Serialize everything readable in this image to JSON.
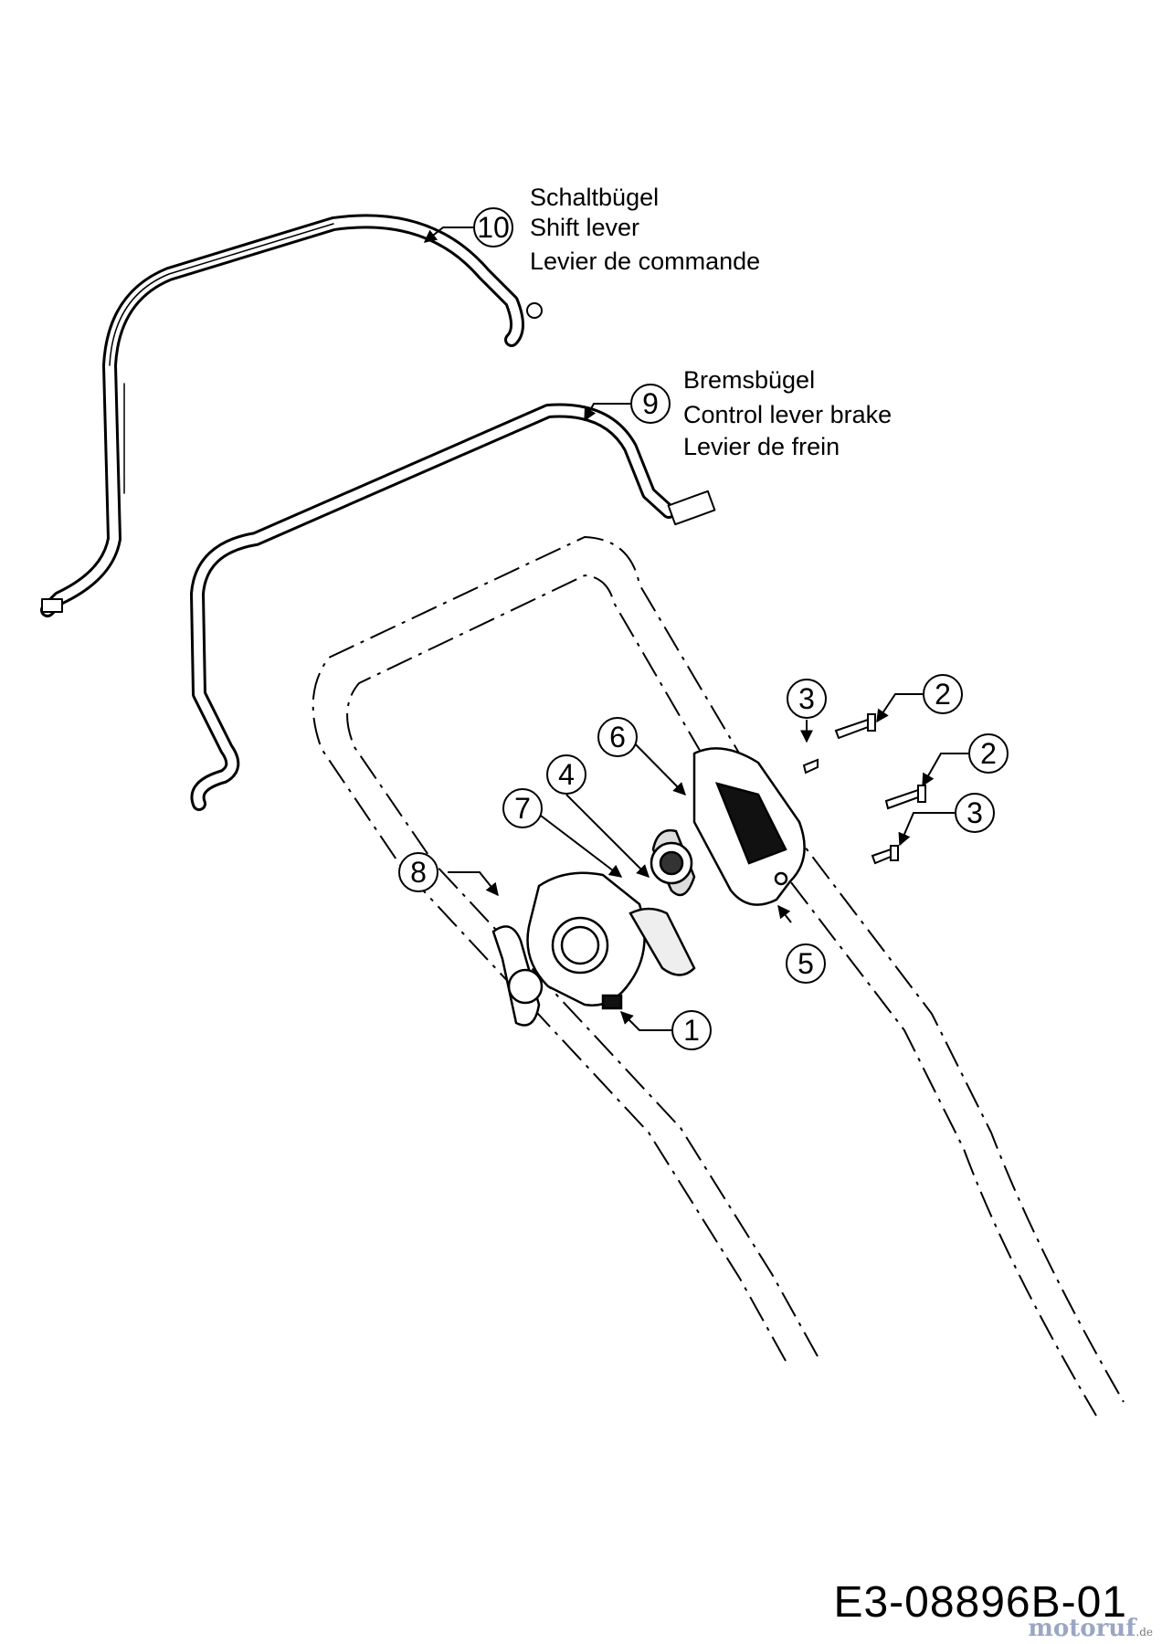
{
  "parts": {
    "p10": {
      "number": "10",
      "names": [
        "Schaltbügel",
        "Shift lever",
        "Levier de commande"
      ]
    },
    "p9": {
      "number": "9",
      "names": [
        "Bremsbügel",
        "Control lever brake",
        "Levier de frein"
      ]
    },
    "callouts": [
      "1",
      "2",
      "2",
      "3",
      "3",
      "4",
      "5",
      "6",
      "7",
      "8"
    ]
  },
  "drawing_code": "E3-08896B-01",
  "watermark": {
    "text": "motoruf",
    "suffix": ".de"
  },
  "colors": {
    "line": "#000000",
    "background": "#ffffff"
  }
}
